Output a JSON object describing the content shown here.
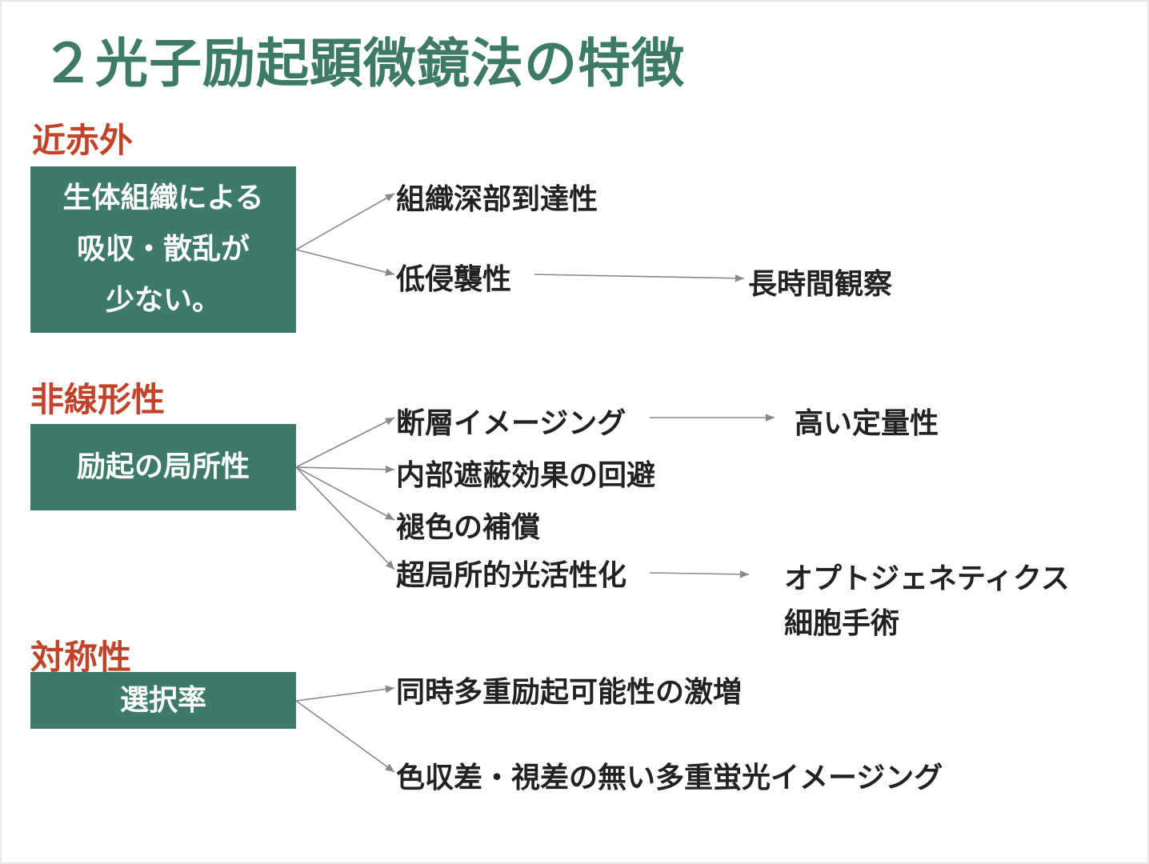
{
  "title": "２光子励起顕微鏡法の特徴",
  "colors": {
    "accent": "#3e7a69",
    "section": "#c0432a",
    "text": "#222222",
    "line": "#888888"
  },
  "sections": {
    "nir": {
      "heading": "近赤外",
      "box": "生体組織による\n吸収・散乱が\n少ない。",
      "items": [
        "組織深部到達性",
        "低侵襲性"
      ],
      "sub": [
        "長時間観察"
      ]
    },
    "nonlinear": {
      "heading": "非線形性",
      "box": "励起の局所性",
      "items": [
        "断層イメージング",
        "内部遮蔽効果の回避",
        "褪色の補償",
        "超局所的光活性化"
      ],
      "sub": [
        "高い定量性",
        "オプトジェネティクス",
        "細胞手術"
      ]
    },
    "symmetry": {
      "heading": "対称性",
      "box": "選択率",
      "items": [
        "同時多重励起可能性の激増",
        "色収差・視差の無い多重蛍光イメージング"
      ]
    }
  }
}
